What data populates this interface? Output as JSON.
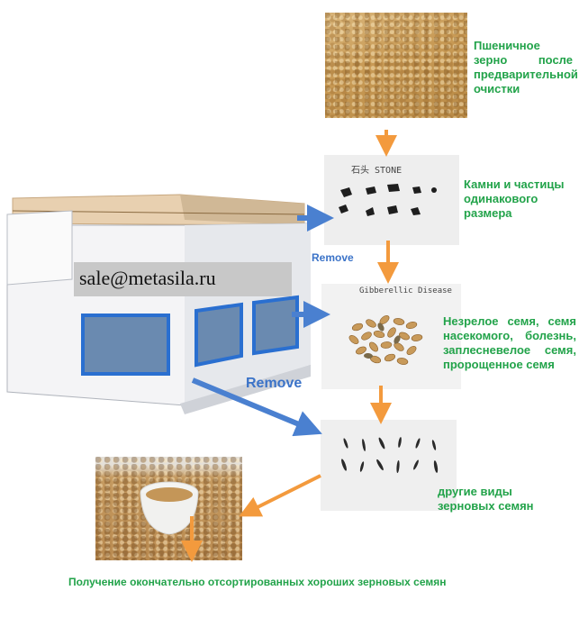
{
  "captions": {
    "wheat": "Пшеничное зерно после предварительной очистки",
    "stones": "Камни и частицы одинакового размера",
    "defects": "Незрелое семя, семя насекомого, болезнь, заплесневелое семя, пророщенное семя",
    "other_species": "другие виды зерновых семян",
    "final": "Получение окончательно отсортированных хороших зерновых семян"
  },
  "labels": {
    "remove_small": "Remove",
    "remove_large": "Remove"
  },
  "contact": {
    "email": "sale@metasila.ru"
  },
  "photos": {
    "stones_label": "石头 STONE",
    "disease_label": "Gibberellic Disease"
  },
  "colors": {
    "caption_text": "#22a34a",
    "remove_text": "#3b73c8",
    "orange_arrow": "#f39a3d",
    "blue_arrow": "#4a80d0",
    "email_box": "#c8c8c8"
  }
}
